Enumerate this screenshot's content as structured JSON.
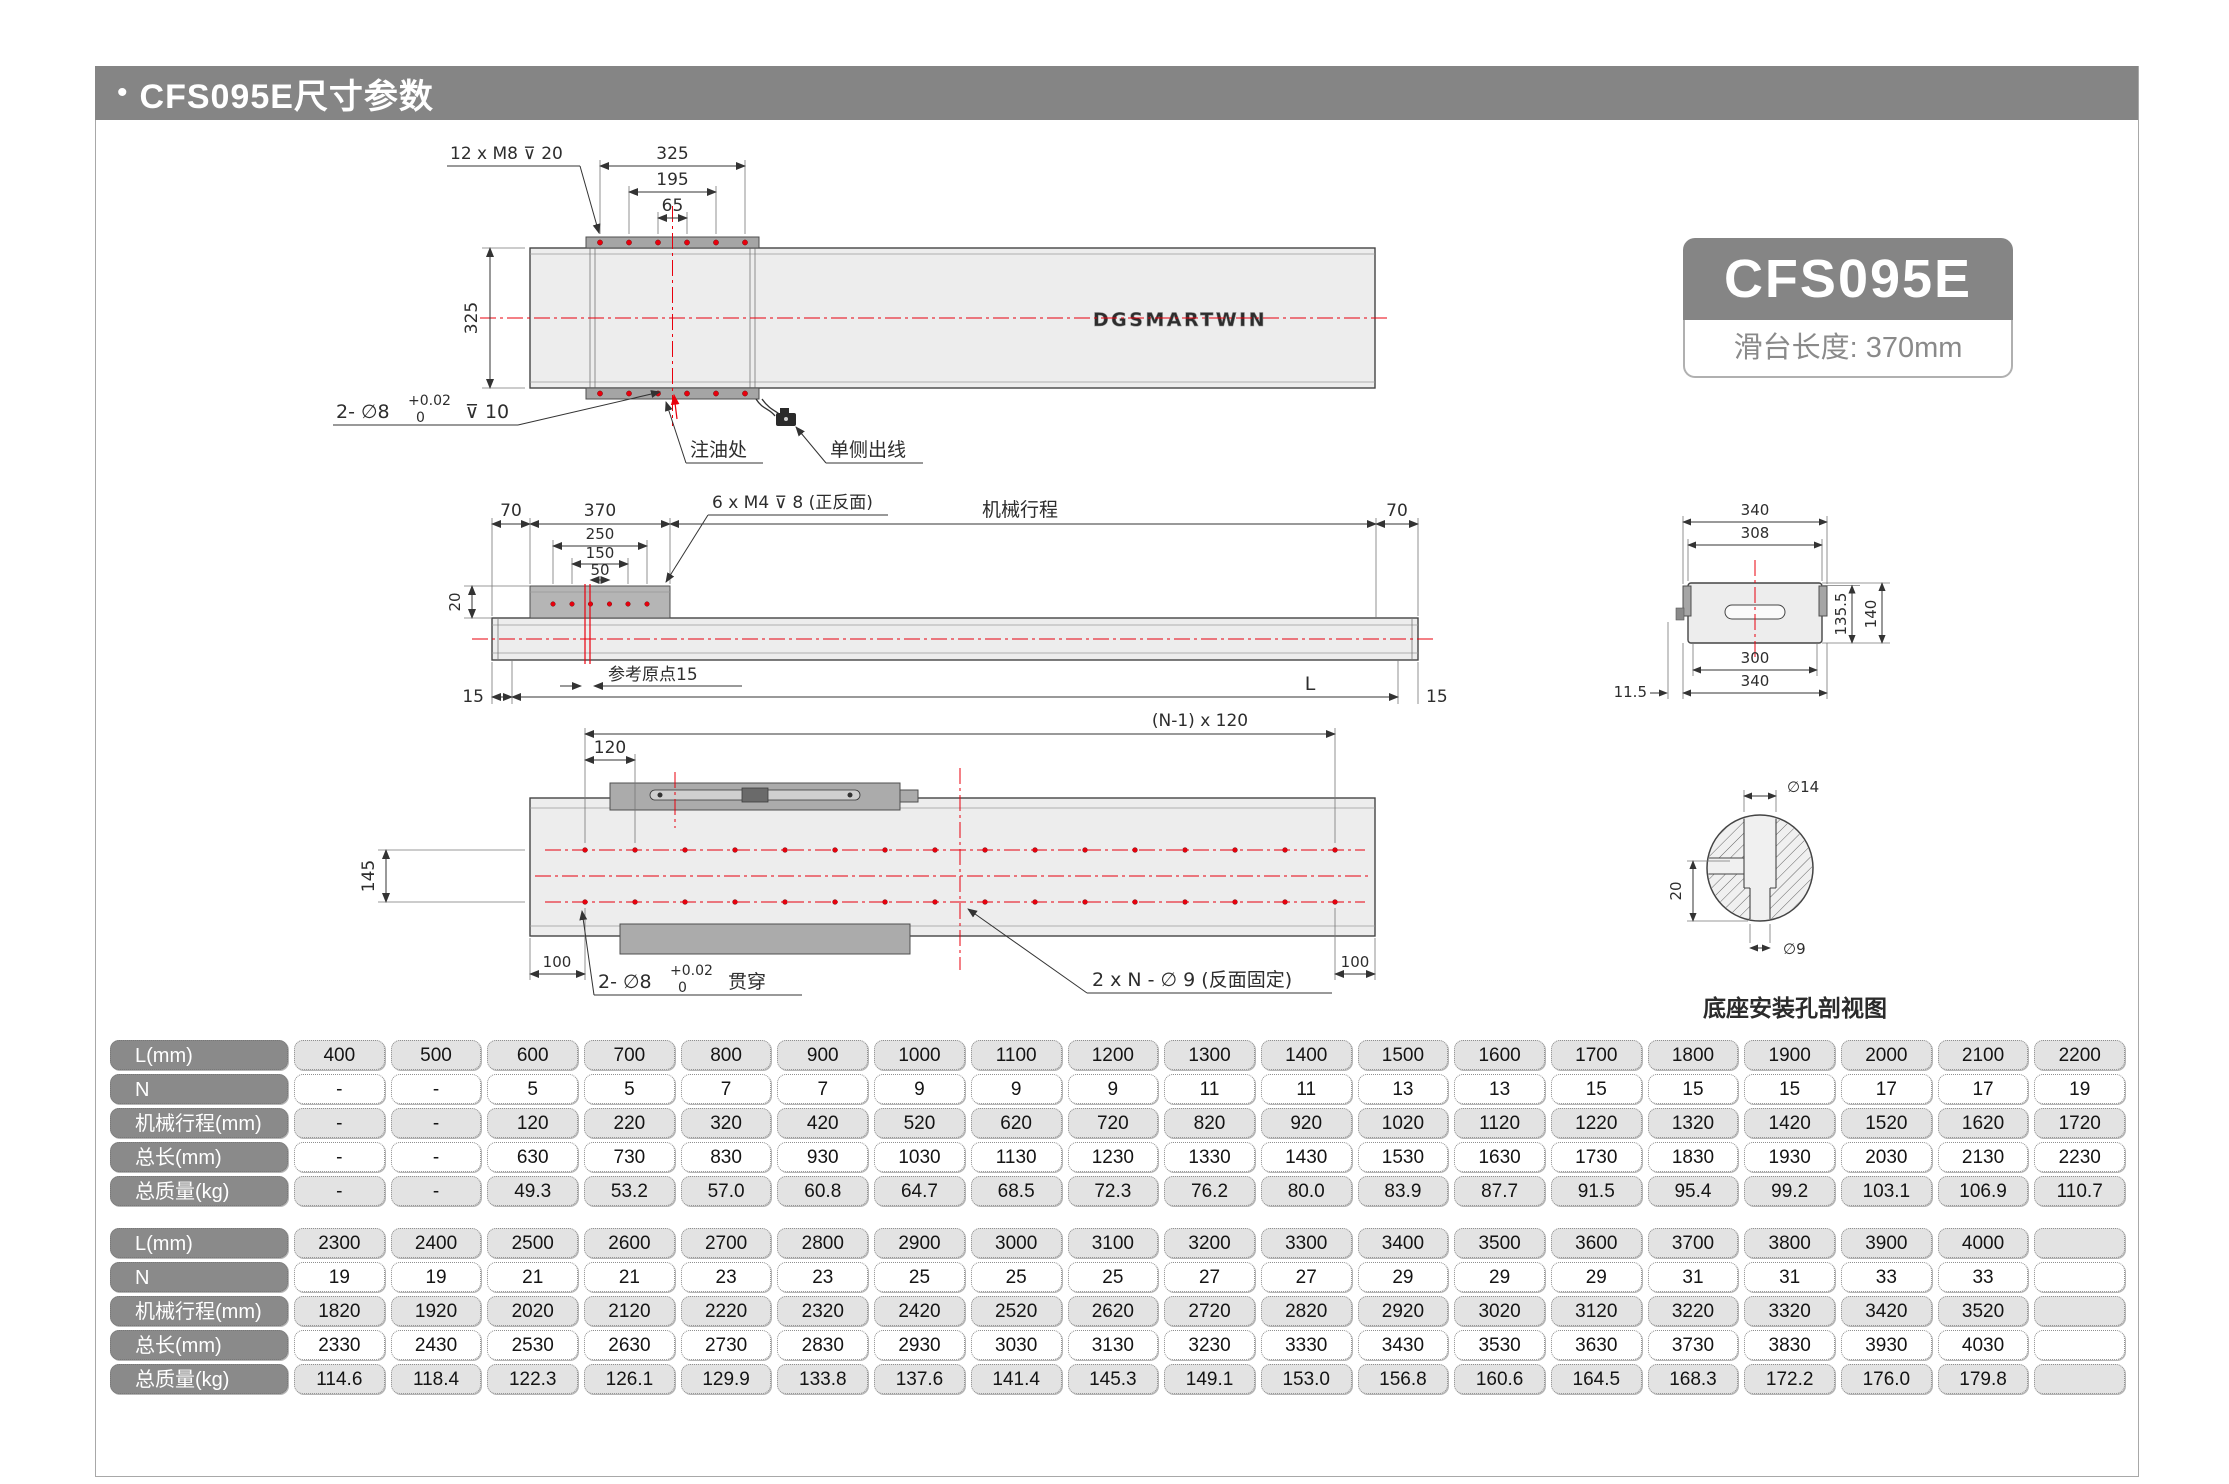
{
  "page": {
    "title_bullet": "•",
    "title": "CFS095E尺寸参数"
  },
  "badge": {
    "model": "CFS095E",
    "slide_length": "滑台长度: 370mm"
  },
  "brand_logo": "DGSMARTWIN",
  "top_view": {
    "holes_label": "12 x M8  ⊽ 20",
    "dim_outer": "325",
    "dim_mid": "195",
    "dim_inner": "65",
    "dim_width": "325",
    "pin_label": "2- ∅8",
    "pin_tol_upper": "+0.02",
    "pin_tol_lower": "0",
    "pin_depth": "⊽ 10",
    "oil_label": "注油处",
    "cable_label": "单侧出线"
  },
  "side_view": {
    "dim_70_left": "70",
    "dim_370": "370",
    "dim_250": "250",
    "dim_150": "150",
    "dim_50": "50",
    "dim_20": "20",
    "m4_label": "6 x M4  ⊽ 8 (正反面)",
    "stroke_label": "机械行程",
    "dim_70_right": "70",
    "dim_15_left": "15",
    "origin_label": "参考原点15",
    "dim_L": "L",
    "dim_15_right": "15"
  },
  "end_view": {
    "dim_340_top": "340",
    "dim_308": "308",
    "dim_135_5": "135.5",
    "dim_140": "140",
    "dim_300": "300",
    "dim_340_bottom": "340",
    "dim_11_5": "11.5"
  },
  "bottom_view": {
    "dim_pattern": "(N-1) x 120",
    "dim_120": "120",
    "dim_145": "145",
    "dim_100_left": "100",
    "dim_100_right": "100",
    "pin_label": "2- ∅8",
    "pin_tol_upper": "+0.02",
    "pin_tol_lower": "0",
    "pin_through": "贯穿",
    "holes_label": "2 x N - ∅ 9 (反面固定)"
  },
  "detail_view": {
    "dim_d14": "∅14",
    "dim_20": "20",
    "dim_d9": "∅9",
    "caption": "底座安装孔剖视图"
  },
  "tables": {
    "row_headers": [
      "L(mm)",
      "N",
      "机械行程(mm)",
      "总长(mm)",
      "总质量(kg)"
    ],
    "table1": {
      "rows": [
        [
          "400",
          "500",
          "600",
          "700",
          "800",
          "900",
          "1000",
          "1100",
          "1200",
          "1300",
          "1400",
          "1500",
          "1600",
          "1700",
          "1800",
          "1900",
          "2000",
          "2100",
          "2200"
        ],
        [
          "-",
          "-",
          "5",
          "5",
          "7",
          "7",
          "9",
          "9",
          "9",
          "11",
          "11",
          "13",
          "13",
          "15",
          "15",
          "15",
          "17",
          "17",
          "19"
        ],
        [
          "-",
          "-",
          "120",
          "220",
          "320",
          "420",
          "520",
          "620",
          "720",
          "820",
          "920",
          "1020",
          "1120",
          "1220",
          "1320",
          "1420",
          "1520",
          "1620",
          "1720"
        ],
        [
          "-",
          "-",
          "630",
          "730",
          "830",
          "930",
          "1030",
          "1130",
          "1230",
          "1330",
          "1430",
          "1530",
          "1630",
          "1730",
          "1830",
          "1930",
          "2030",
          "2130",
          "2230"
        ],
        [
          "-",
          "-",
          "49.3",
          "53.2",
          "57.0",
          "60.8",
          "64.7",
          "68.5",
          "72.3",
          "76.2",
          "80.0",
          "83.9",
          "87.7",
          "91.5",
          "95.4",
          "99.2",
          "103.1",
          "106.9",
          "110.7"
        ]
      ]
    },
    "table2": {
      "rows": [
        [
          "2300",
          "2400",
          "2500",
          "2600",
          "2700",
          "2800",
          "2900",
          "3000",
          "3100",
          "3200",
          "3300",
          "3400",
          "3500",
          "3600",
          "3700",
          "3800",
          "3900",
          "4000",
          ""
        ],
        [
          "19",
          "19",
          "21",
          "21",
          "23",
          "23",
          "25",
          "25",
          "25",
          "27",
          "27",
          "29",
          "29",
          "29",
          "31",
          "31",
          "33",
          "33",
          ""
        ],
        [
          "1820",
          "1920",
          "2020",
          "2120",
          "2220",
          "2320",
          "2420",
          "2520",
          "2620",
          "2720",
          "2820",
          "2920",
          "3020",
          "3120",
          "3220",
          "3320",
          "3420",
          "3520",
          ""
        ],
        [
          "2330",
          "2430",
          "2530",
          "2630",
          "2730",
          "2830",
          "2930",
          "3030",
          "3130",
          "3230",
          "3330",
          "3430",
          "3530",
          "3630",
          "3730",
          "3830",
          "3930",
          "4030",
          ""
        ],
        [
          "114.6",
          "118.4",
          "122.3",
          "126.1",
          "129.9",
          "133.8",
          "137.6",
          "141.4",
          "145.3",
          "149.1",
          "153.0",
          "156.8",
          "160.6",
          "164.5",
          "168.3",
          "172.2",
          "176.0",
          "179.8",
          ""
        ]
      ]
    }
  }
}
